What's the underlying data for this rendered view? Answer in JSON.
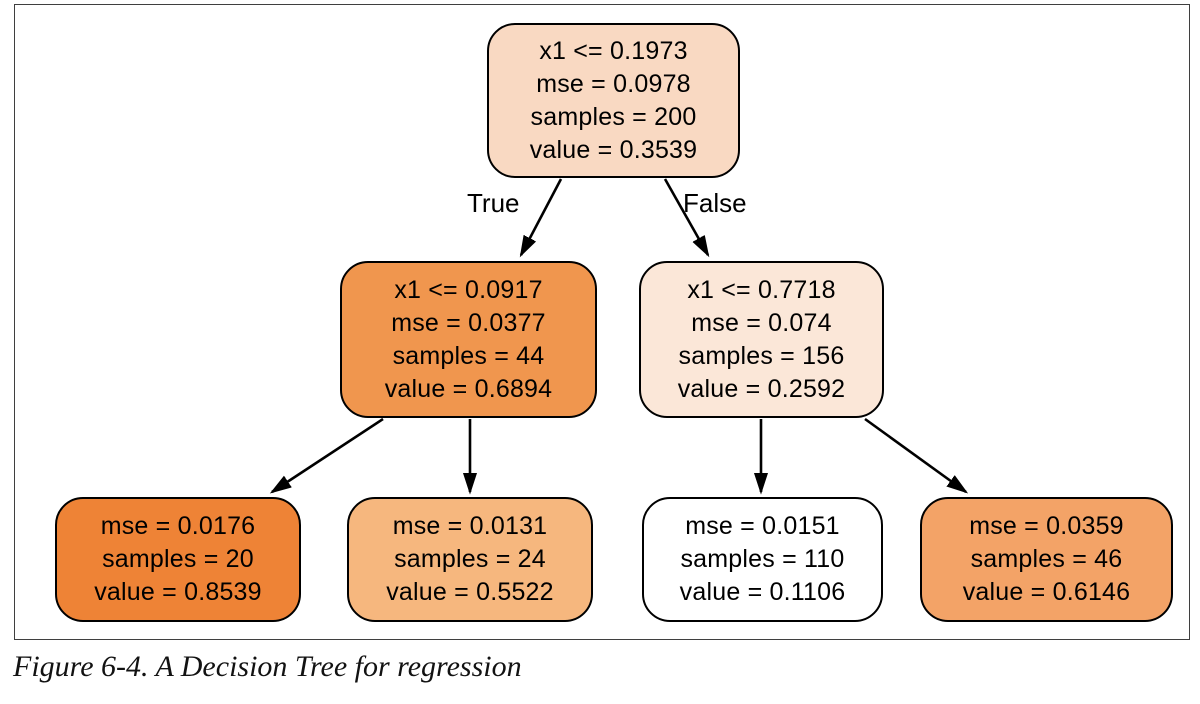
{
  "figure": {
    "caption": "Figure 6-4. A Decision Tree for regression"
  },
  "edge_labels": {
    "true": "True",
    "false": "False"
  },
  "colors": {
    "node_border": "#000000",
    "min_value_fill": "#ffffff",
    "max_value_fill": "#ee8336"
  },
  "tree": {
    "type": "decision-tree-regression",
    "nodes": [
      {
        "name": "root",
        "lines": [
          "x1 <= 0.1973",
          "mse = 0.0978",
          "samples = 200",
          "value = 0.3539"
        ],
        "fill": "#f9d9c2"
      },
      {
        "name": "internal-left",
        "lines": [
          "x1 <= 0.0917",
          "mse = 0.0377",
          "samples = 44",
          "value = 0.6894"
        ],
        "fill": "#f0964e"
      },
      {
        "name": "internal-right",
        "lines": [
          "x1 <= 0.7718",
          "mse = 0.074",
          "samples = 156",
          "value = 0.2592"
        ],
        "fill": "#fbe7d8"
      },
      {
        "name": "leaf-1",
        "lines": [
          "mse = 0.0176",
          "samples = 20",
          "value = 0.8539"
        ],
        "fill": "#ee8336"
      },
      {
        "name": "leaf-2",
        "lines": [
          "mse = 0.0131",
          "samples = 24",
          "value = 0.5522"
        ],
        "fill": "#f6b77e"
      },
      {
        "name": "leaf-3",
        "lines": [
          "mse = 0.0151",
          "samples = 110",
          "value = 0.1106"
        ],
        "fill": "#ffffff"
      },
      {
        "name": "leaf-4",
        "lines": [
          "mse = 0.0359",
          "samples = 46",
          "value = 0.6146"
        ],
        "fill": "#f3a367"
      }
    ]
  }
}
